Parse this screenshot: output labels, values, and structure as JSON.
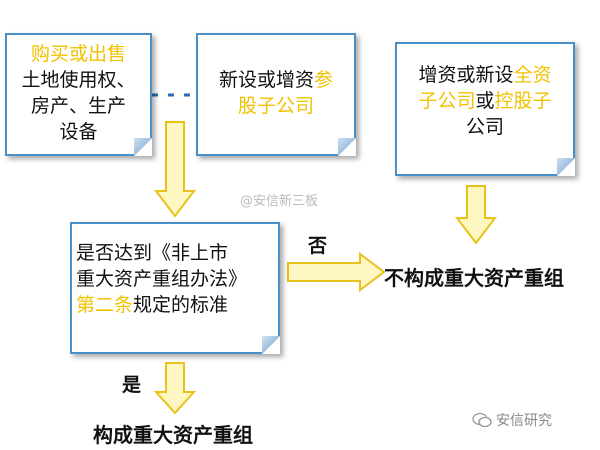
{
  "box1": {
    "line1": "购买或出售",
    "line2": "土地使用权、",
    "line3": "房产、生产",
    "line4": "设备"
  },
  "box2": {
    "part1": "新设或增资",
    "part2": "参",
    "part3": "股子公司"
  },
  "box3": {
    "part1": "增资或新设",
    "part2": "全资",
    "part3": "子公司",
    "part4": "或",
    "part5": "控股子",
    "part6": "公司"
  },
  "box4": {
    "line1": "是否达到《非上市",
    "line2": "重大资产重组办法》",
    "part3a": "第二条",
    "part3b": "规定的标准"
  },
  "labels": {
    "no": "否",
    "yes": "是"
  },
  "outcomes": {
    "not_restructuring": "不构成重大资产重组",
    "restructuring": "构成重大资产重组"
  },
  "watermarks": {
    "center": "@安信新三板",
    "brand": "安信研究"
  },
  "colors": {
    "border": "#4a90c8",
    "highlight": "#f2c100",
    "arrow_fill": "#fff7c2",
    "arrow_stroke": "#e8c21a"
  }
}
